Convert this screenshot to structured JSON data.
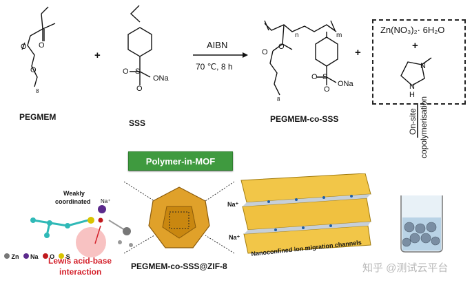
{
  "reaction": {
    "monomer1": {
      "name": "PEGMEM",
      "subscript": "8"
    },
    "monomer2": {
      "name": "SSS",
      "group": "SO",
      "group_sub": "2",
      "group_end": "ONa",
      "o": "O",
      "s": "S"
    },
    "conditions": {
      "reagent": "AIBN",
      "temp_time": "70 ℃, 8 h"
    },
    "product": {
      "name": "PEGMEM-co-SSS",
      "n": "n",
      "m": "m",
      "subscript": "8",
      "group": "ONa"
    },
    "plus": "+",
    "ester_o": "O"
  },
  "zif_box": {
    "salt": "Zn(NO₃)₂· 6H₂O",
    "imidazole_n": "N",
    "imidazole_nh": "N",
    "imidazole_h": "H",
    "plus": "+"
  },
  "process": {
    "label_line1": "On-site",
    "label_line2": "copolymerisation"
  },
  "badge": "Polymer-in-MOF",
  "mof_label": "PEGMEM-co-SSS@ZIF-8",
  "channels": {
    "caption": "Nanoconfined ion migration channels",
    "na_top": "Na⁺",
    "na_bottom": "Na⁺"
  },
  "interaction": {
    "weak_line1": "Weakly",
    "weak_line2": "coordinated",
    "na_ion": "Na⁺",
    "lewis_line1": "Lewis acid-base",
    "lewis_line2": "interaction",
    "legend": [
      "Zn",
      "Na",
      "O",
      "S"
    ],
    "colors": {
      "Zn": "#777777",
      "Na": "#5b2a8c",
      "O": "#c0181c",
      "S": "#d9c400",
      "accent": "#d4212b"
    }
  },
  "watermark": "知乎 @测试云平台"
}
